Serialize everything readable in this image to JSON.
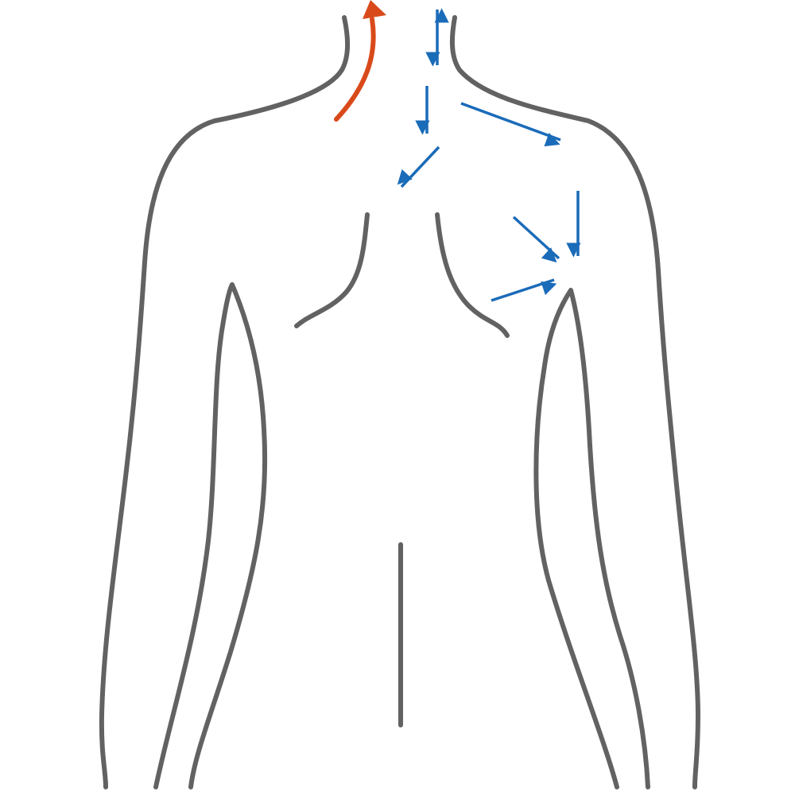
{
  "figure": {
    "subject": "upper-body-back-outline",
    "colors": {
      "outline": "#626262",
      "blue_arrows": "#1a6bb8",
      "orange_arrow": "#d94a1a",
      "background": "#ffffff"
    },
    "arrows": {
      "orange": [
        {
          "direction": "up-curved"
        }
      ],
      "blue": [
        {
          "direction": "up-down"
        },
        {
          "direction": "down"
        },
        {
          "direction": "down-left"
        },
        {
          "direction": "down-right"
        },
        {
          "direction": "down"
        },
        {
          "direction": "down-right"
        },
        {
          "direction": "up-right"
        }
      ]
    }
  }
}
